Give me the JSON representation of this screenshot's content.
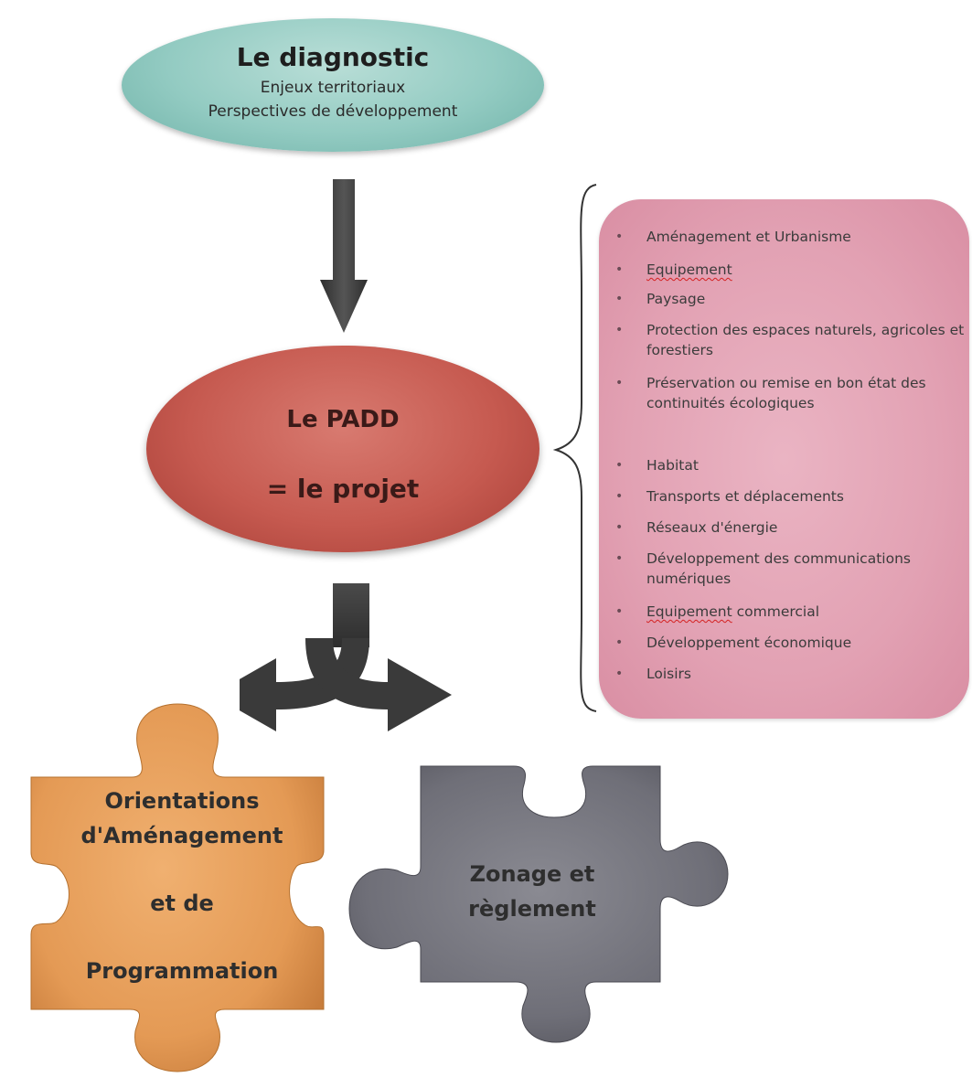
{
  "diagnostic": {
    "title": "Le diagnostic",
    "line1": "Enjeux territoriaux",
    "line2": "Perspectives de développement"
  },
  "padd": {
    "line1": "Le PADD",
    "line2": "= le projet"
  },
  "themes": {
    "items": [
      {
        "text": "Aménagement et Urbanisme"
      },
      {
        "text": "Equipement",
        "squiggle": true
      },
      {
        "text": "Paysage"
      },
      {
        "text": "Protection des espaces naturels, agricoles et forestiers"
      },
      {
        "text": "Préservation ou remise en bon état des continuités écologiques"
      },
      {
        "text": "Habitat"
      },
      {
        "text": "Transports et déplacements"
      },
      {
        "text": "Réseaux d'énergie"
      },
      {
        "text": "Développement des communications numériques"
      },
      {
        "text": "Equipement commercial",
        "squiggle_word": "Equipement"
      },
      {
        "text": "Développement économique"
      },
      {
        "text": "Loisirs"
      }
    ]
  },
  "oap": {
    "line1": "Orientations",
    "line2": "d'Aménagement",
    "line3": "et de",
    "line4": "Programmation"
  },
  "zonage": {
    "line1": "Zonage et",
    "line2": "règlement"
  },
  "colors": {
    "diagnostic": "#93cbc2",
    "padd": "#c65a50",
    "themes": "#e2a1b3",
    "oap_puzzle": "#e49a55",
    "zonage_puzzle": "#6f6f78",
    "arrow": "#3e3e3e"
  }
}
